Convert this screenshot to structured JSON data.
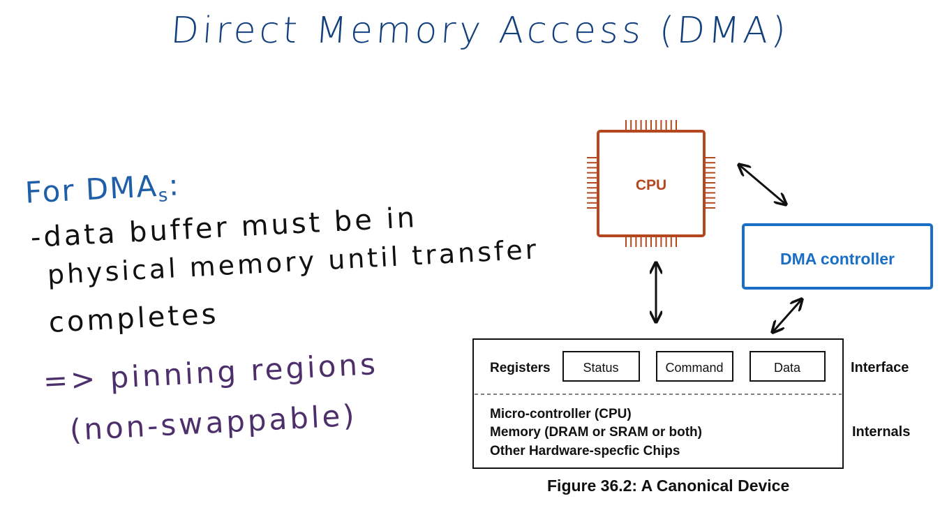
{
  "title": "Direct Memory Access (DMA)",
  "notes": {
    "heading": "For DMA",
    "heading_sub": "s",
    "heading_colon": ":",
    "lines": [
      "-data buffer must be in",
      "physical memory until transfer",
      "completes"
    ],
    "emphasis_lines": [
      "=> pinning  regions",
      "(non-swappable)"
    ]
  },
  "diagram": {
    "cpu_label": "CPU",
    "dma_label": "DMA controller",
    "registers_label": "Registers",
    "registers": [
      "Status",
      "Command",
      "Data"
    ],
    "interface_label": "Interface",
    "internals": [
      "Micro-controller (CPU)",
      "Memory (DRAM or SRAM or both)",
      "Other Hardware-specfic Chips"
    ],
    "internals_label": "Internals",
    "caption": "Figure 36.2: A Canonical Device",
    "colors": {
      "cpu": "#b4471e",
      "dma": "#1a6ec6",
      "ink": "#111111",
      "title": "#123f7d",
      "heading": "#1f5fa8",
      "emphasis": "#4d2f6b"
    }
  }
}
